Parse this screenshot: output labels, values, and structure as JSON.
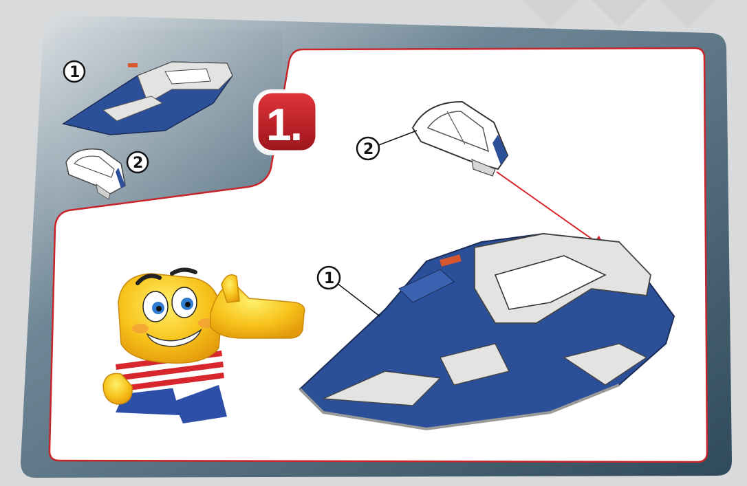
{
  "step": {
    "label": "1."
  },
  "parts_list": [
    {
      "number": "1",
      "part": "ship-hull"
    },
    {
      "number": "2",
      "part": "cockpit-canopy"
    }
  ],
  "callouts": [
    {
      "number": "2",
      "part": "cockpit-canopy"
    },
    {
      "number": "1",
      "part": "ship-hull"
    }
  ],
  "colors": {
    "page_background": "#d9dadb",
    "card_frame": "#3e5a6b",
    "panel": "#ffffff",
    "panel_border": "#c8242a",
    "step_badge": "#c52028",
    "hull_blue": "#2c4f9a",
    "hull_grey": "#e3e3e1",
    "arrow": "#d8262d",
    "mascot_yellow": "#f7c21b"
  },
  "icons": [
    "step-badge",
    "ship-hull-icon",
    "cockpit-canopy-icon",
    "mascot-icon",
    "assembly-arrow-icon"
  ]
}
